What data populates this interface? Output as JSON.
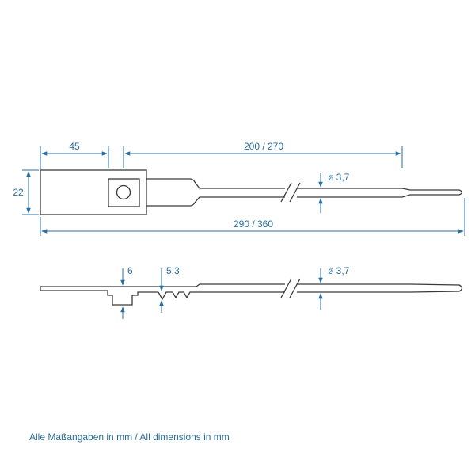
{
  "colors": {
    "drawing": "#3a3a3a",
    "dimension": "#2b6f9e",
    "background": "#ffffff"
  },
  "top_view": {
    "dim_head_width": "45",
    "dim_tail_length": "200 / 270",
    "dim_head_height": "22",
    "dim_total_length": "290 / 360",
    "dim_diameter": "ø 3,7"
  },
  "side_view": {
    "dim_slot": "6",
    "dim_tooth": "5,3",
    "dim_diameter": "ø 3,7"
  },
  "footer": {
    "note": "Alle Maßangaben in mm / All dimensions in mm"
  }
}
